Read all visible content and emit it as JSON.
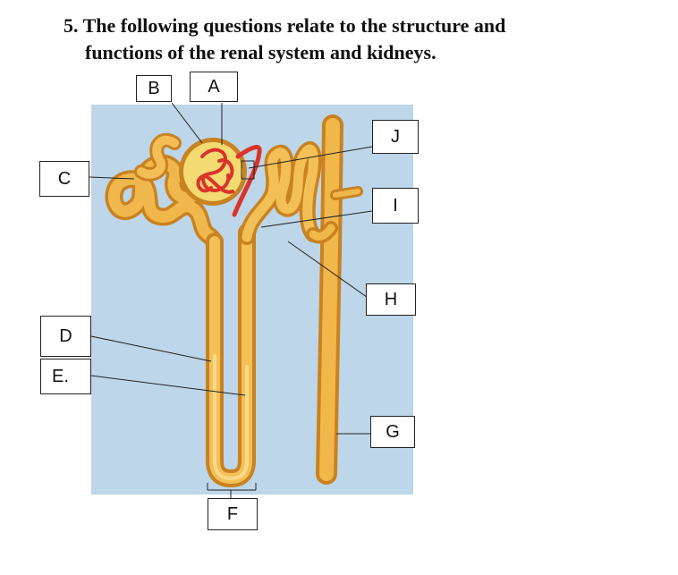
{
  "question": {
    "line1": "5. The following questions relate to the structure and",
    "line2": "functions of the renal system and kidneys."
  },
  "labels": {
    "A": "A",
    "B": "B",
    "C": "C",
    "D": "D",
    "E": "E.",
    "F": "F",
    "G": "G",
    "H": "H",
    "I": "I",
    "J": "J"
  },
  "colors": {
    "background_panel": "#bdd6e9",
    "tubule": "#e9a93a",
    "tubule_highlight": "#f7c864",
    "capsule": "#f3da72",
    "capillary": "#d9342b"
  }
}
